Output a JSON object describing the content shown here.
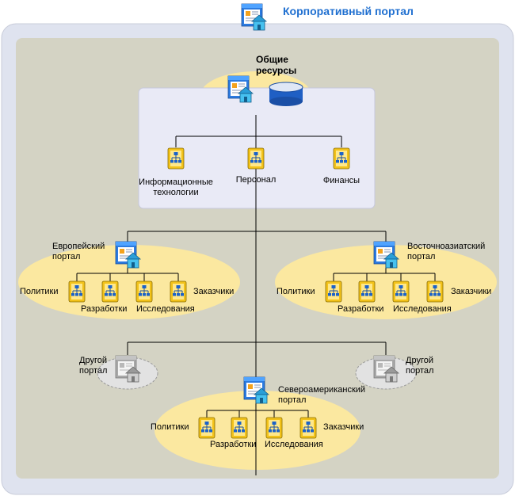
{
  "title": "Корпоративный портал",
  "shared_resources": {
    "line1": "Общие",
    "line2": "ресурсы",
    "sites": [
      {
        "line1": "Информационные",
        "line2": "технологии"
      },
      {
        "line1": "Персонал",
        "line2": ""
      },
      {
        "line1": "Финансы",
        "line2": ""
      }
    ]
  },
  "europe": {
    "line1": "Европейский",
    "line2": "портал",
    "sites": [
      "Политики",
      "Разработки",
      "Исследования",
      "Заказчики"
    ]
  },
  "asia": {
    "line1": "Восточноазиатский",
    "line2": "портал",
    "sites": [
      "Политики",
      "Разработки",
      "Исследования",
      "Заказчики"
    ]
  },
  "other_left": {
    "line1": "Другой",
    "line2": "портал"
  },
  "other_right": {
    "line1": "Другой",
    "line2": "портал"
  },
  "north_america": {
    "line1": "Североамериканский",
    "line2": "портал",
    "sites": [
      "Политики",
      "Разработки",
      "Исследования",
      "Заказчики"
    ]
  },
  "colors": {
    "outer_area": "#dfe3ef",
    "inner_area": "#d4d3c4",
    "portal_ellipse": "#fbe8a0",
    "shared_box": "#e9eaf6",
    "other_ellipse": "#e2e2e2",
    "title": "#1f6fd0",
    "connector": "#000000"
  }
}
